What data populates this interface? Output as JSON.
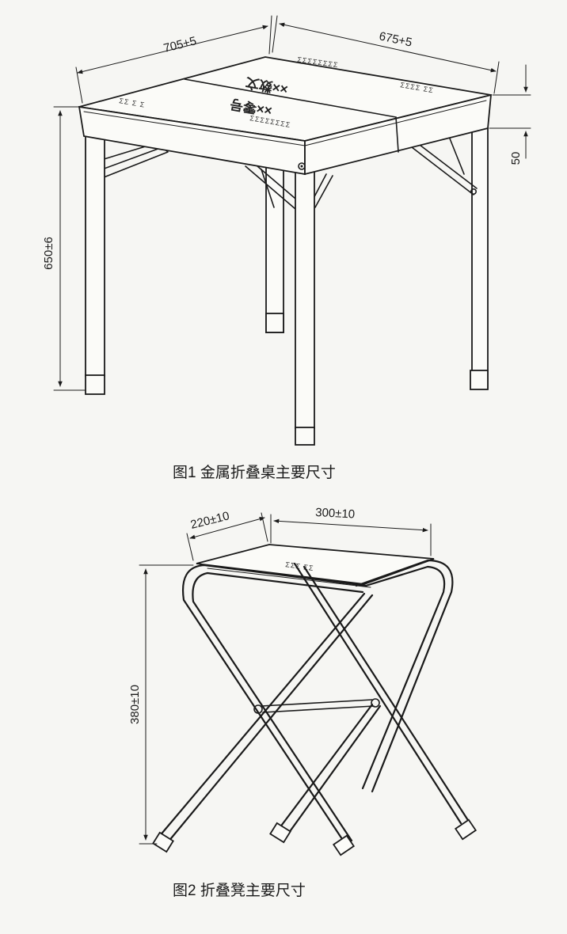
{
  "figure1": {
    "caption": "图1   金属折叠桌主要尺寸",
    "dims": {
      "width": "705+5",
      "depth": "675+5",
      "height": "650±6",
      "thickness": "50"
    },
    "top_marking_a": "××数文",
    "top_marking_b": "××零号"
  },
  "figure2": {
    "caption": "图2   折叠凳主要尺寸",
    "dims": {
      "depth": "220±10",
      "width": "300±10",
      "height": "380±10"
    }
  }
}
